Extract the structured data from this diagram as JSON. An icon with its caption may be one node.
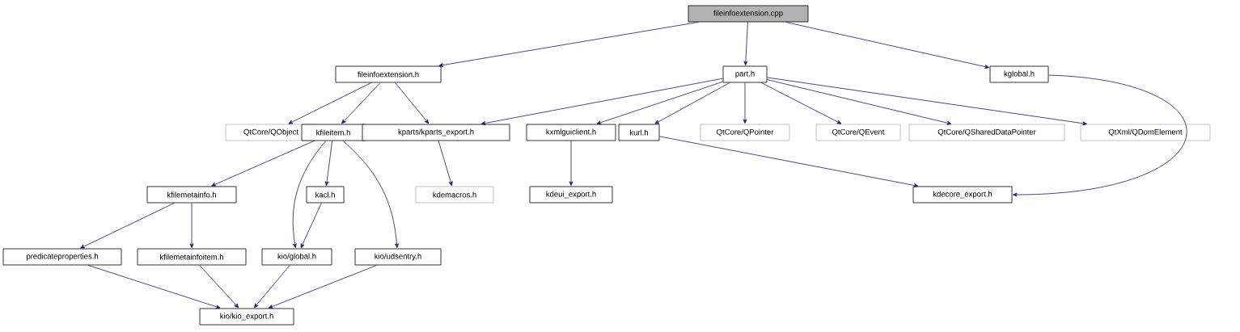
{
  "diagram": {
    "nodes": [
      {
        "text": [
          "fileinfoextension.cpp"
        ]
      },
      {
        "text": [
          "fileinfoextension.h"
        ]
      },
      {
        "text": [
          "part.h"
        ]
      },
      {
        "text": [
          "kglobal.h"
        ]
      },
      {
        "text": [
          "QtCore/QObject"
        ]
      },
      {
        "text": [
          "kfileitem.h"
        ]
      },
      {
        "text": [
          "kparts/kparts_export.h"
        ]
      },
      {
        "text": [
          "kxmlguiclient.h"
        ]
      },
      {
        "text": [
          "kurl.h"
        ]
      },
      {
        "text": [
          "QtCore/QPointer"
        ]
      },
      {
        "text": [
          "QtCore/QEvent"
        ]
      },
      {
        "text": [
          "QtCore/QSharedDataPointer"
        ]
      },
      {
        "text": [
          "QtXml/QDomElement"
        ]
      },
      {
        "text": [
          "kfilemetainfo.h"
        ]
      },
      {
        "text": [
          "kacl.h"
        ]
      },
      {
        "text": [
          "kdemacros.h"
        ]
      },
      {
        "text": [
          "kdeui_export.h"
        ]
      },
      {
        "text": [
          "kdecore_export.h"
        ]
      },
      {
        "text": [
          "predicateproperties.h"
        ]
      },
      {
        "text": [
          "kfilemetainfoitem.h"
        ]
      },
      {
        "text": [
          "kio/global.h"
        ]
      },
      {
        "text": [
          "kio/udsentry.h"
        ]
      },
      {
        "text": [
          "kio/kio_export.h"
        ]
      }
    ],
    "edges": [
      {
        "from": 0,
        "to": 1,
        "arrow": "to"
      },
      {
        "from": 0,
        "to": 2,
        "arrow": "to"
      },
      {
        "from": 0,
        "to": 3,
        "arrow": "to"
      },
      {
        "from": 1,
        "to": 4,
        "arrow": "to"
      },
      {
        "from": 1,
        "to": 5,
        "arrow": "to"
      },
      {
        "from": 1,
        "to": 6,
        "arrow": "to"
      },
      {
        "from": 2,
        "to": 6,
        "arrow": "to"
      },
      {
        "from": 2,
        "to": 7,
        "arrow": "to"
      },
      {
        "from": 2,
        "to": 8,
        "arrow": "to"
      },
      {
        "from": 2,
        "to": 9,
        "arrow": "to"
      },
      {
        "from": 2,
        "to": 10,
        "arrow": "to"
      },
      {
        "from": 2,
        "to": 11,
        "arrow": "to"
      },
      {
        "from": 2,
        "to": 12,
        "arrow": "to"
      },
      {
        "from": 3,
        "to": 17,
        "arrow": "to"
      },
      {
        "from": 5,
        "to": 13,
        "arrow": "to"
      },
      {
        "from": 5,
        "to": 14,
        "arrow": "to"
      },
      {
        "from": 5,
        "to": 20,
        "arrow": "to"
      },
      {
        "from": 5,
        "to": 21,
        "arrow": "to"
      },
      {
        "from": 6,
        "to": 15,
        "arrow": "to"
      },
      {
        "from": 7,
        "to": 16,
        "arrow": "to"
      },
      {
        "from": 8,
        "to": 17,
        "arrow": "to"
      },
      {
        "from": 13,
        "to": 18,
        "arrow": "to"
      },
      {
        "from": 13,
        "to": 19,
        "arrow": "to"
      },
      {
        "from": 14,
        "to": 20,
        "arrow": "to"
      },
      {
        "from": 18,
        "to": 22,
        "arrow": "to"
      },
      {
        "from": 19,
        "to": 22,
        "arrow": "to"
      },
      {
        "from": 20,
        "to": 22,
        "arrow": "to"
      },
      {
        "from": 21,
        "to": 22,
        "arrow": "to"
      }
    ]
  }
}
